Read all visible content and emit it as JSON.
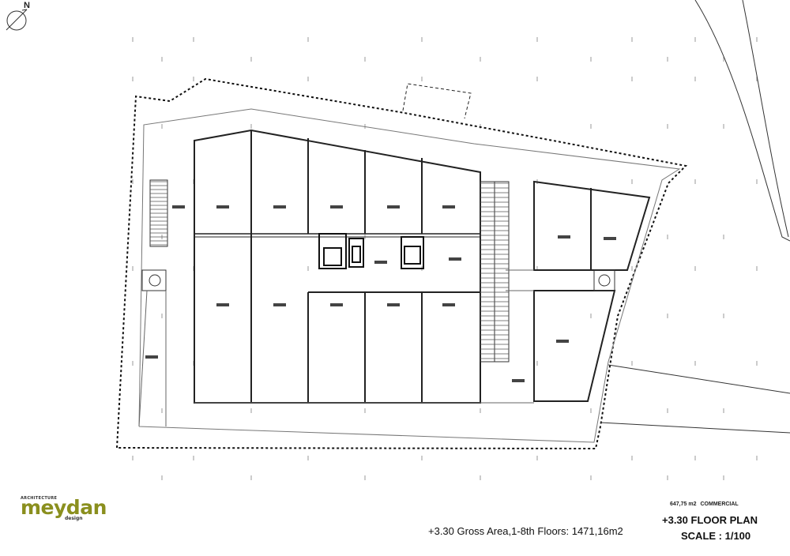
{
  "north": {
    "label": "N"
  },
  "logo": {
    "top_text": "ARCHITECTURE",
    "main_text": "meydan",
    "sub_text": "design",
    "contact_left": "",
    "contact_right": ""
  },
  "notes": {
    "area_value": "647,75 m2",
    "area_use": "COMMERCIAL",
    "gross_area": "+3.30 Gross Area,1-8th Floors: 1471,16m2",
    "plan_title": "+3.30 FLOOR PLAN",
    "scale": "SCALE : 1/100"
  },
  "colors": {
    "logo_accent": "#8a8f1e",
    "line": "#222222"
  }
}
